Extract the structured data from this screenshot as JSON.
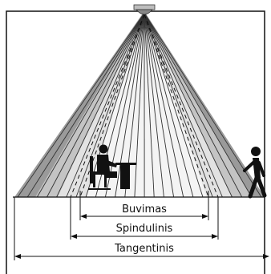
{
  "diagram": {
    "labels": {
      "presence": "Buvimas",
      "radial": "Spindulinis",
      "tangential": "Tangentinis"
    },
    "colors": {
      "frame": "#111111",
      "cone_outer": "#9a9a9a",
      "cone_mid": "#c4c4c4",
      "cone_inner": "#e2e2e2",
      "cone_center": "#f4f4f4",
      "ray": "#333333",
      "silhouette": "#111111"
    },
    "icons": [
      "ceiling-sensor-icon",
      "seated-person-at-desk-icon",
      "walking-person-icon"
    ]
  }
}
